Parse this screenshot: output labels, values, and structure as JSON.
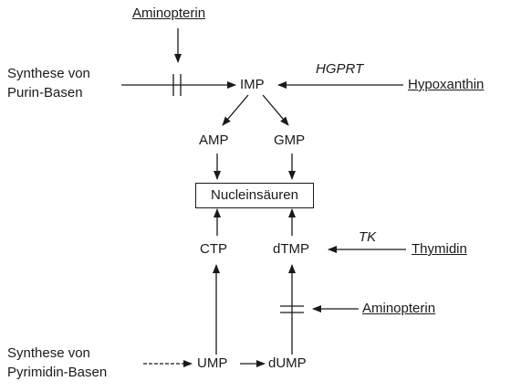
{
  "nodes": {
    "aminopterin_top": "Aminopterin",
    "synthese_purin_1": "Synthese von",
    "synthese_purin_2": "Purin-Basen",
    "imp": "IMP",
    "hgprt": "HGPRT",
    "hypoxanthin": "Hypoxanthin",
    "amp": "AMP",
    "gmp": "GMP",
    "nucleinsaeuren": "Nucleinsäuren",
    "ctp": "CTP",
    "dtmp": "dTMP",
    "tk": "TK",
    "thymidin": "Thymidin",
    "aminopterin_bottom": "Aminopterin",
    "synthese_pyrimidin_1": "Synthese von",
    "synthese_pyrimidin_2": "Pyrimidin-Basen",
    "ump": "UMP",
    "dump": "dUMP"
  },
  "colors": {
    "ink": "#1a1a1a",
    "background": "#ffffff"
  }
}
